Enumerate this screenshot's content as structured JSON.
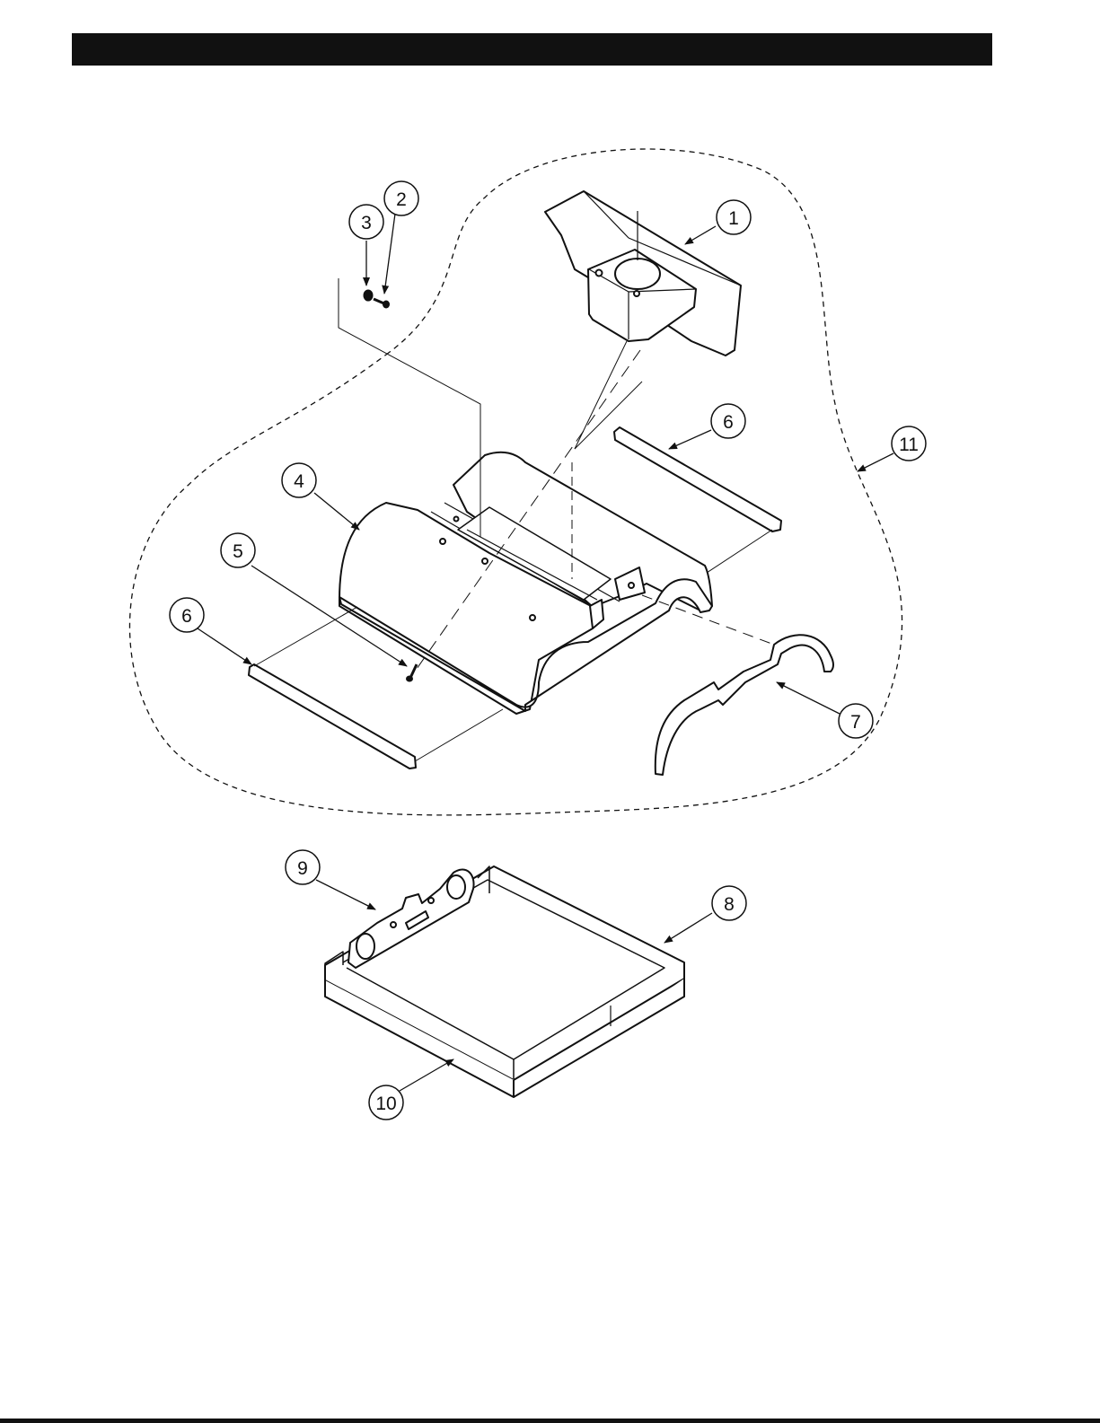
{
  "colors": {
    "ink": "#111111",
    "paper": "#ffffff",
    "header_bar": "#111111"
  },
  "callouts": [
    {
      "id": "c1",
      "label": "1"
    },
    {
      "id": "c2",
      "label": "2"
    },
    {
      "id": "c3",
      "label": "3"
    },
    {
      "id": "c4",
      "label": "4"
    },
    {
      "id": "c5",
      "label": "5"
    },
    {
      "id": "c6a",
      "label": "6"
    },
    {
      "id": "c6b",
      "label": "6"
    },
    {
      "id": "c7",
      "label": "7"
    },
    {
      "id": "c8",
      "label": "8"
    },
    {
      "id": "c9",
      "label": "9"
    },
    {
      "id": "c10",
      "label": "10"
    },
    {
      "id": "c11",
      "label": "11"
    }
  ]
}
